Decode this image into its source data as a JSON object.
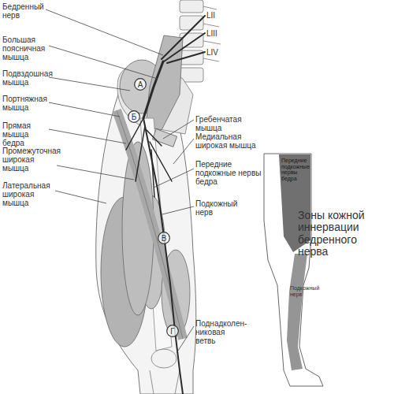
{
  "diagram": {
    "nodes": [
      {
        "text": [
          "А"
        ]
      },
      {
        "text": [
          "Б"
        ]
      },
      {
        "text": [
          "В"
        ]
      },
      {
        "text": [
          "Г"
        ]
      }
    ],
    "labels": [
      "Бедренный нерв",
      "LII",
      "LIII",
      "LIV",
      "Большая поясничная мышца",
      "Подвздошная мышца",
      "Портняжная мышца",
      "Гребенчатая мышца",
      "Прямая мышца бедра",
      "Медиальная широкая мышца",
      "Промежуточная широкая мышца",
      "Передние подкожные нервы бедра",
      "Латеральная широкая мышца",
      "Передние подкожные нервы бедра",
      "Подкожный нерв",
      "Зоны кожной иннервации бедренного нерва",
      "Подкожный нерв",
      "Поднадколен- никовая ветвь"
    ]
  }
}
